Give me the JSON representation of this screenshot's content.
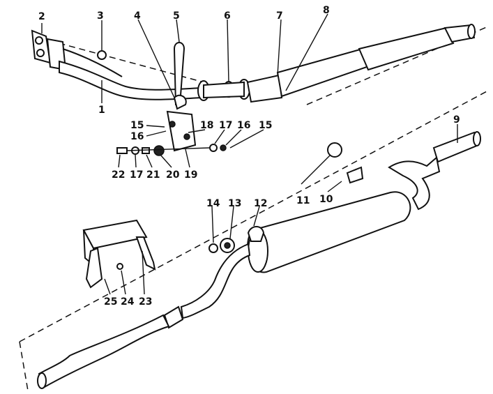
{
  "diagram": {
    "callouts": [
      {
        "id": "c1",
        "text": "1"
      },
      {
        "id": "c2",
        "text": "2"
      },
      {
        "id": "c3",
        "text": "3"
      },
      {
        "id": "c4",
        "text": "4"
      },
      {
        "id": "c5",
        "text": "5"
      },
      {
        "id": "c6",
        "text": "6"
      },
      {
        "id": "c7",
        "text": "7"
      },
      {
        "id": "c8",
        "text": "8"
      },
      {
        "id": "c9",
        "text": "9"
      },
      {
        "id": "c10",
        "text": "10"
      },
      {
        "id": "c11",
        "text": "11"
      },
      {
        "id": "c12",
        "text": "12"
      },
      {
        "id": "c13",
        "text": "13"
      },
      {
        "id": "c14",
        "text": "14"
      },
      {
        "id": "c15a",
        "text": "15"
      },
      {
        "id": "c16a",
        "text": "16"
      },
      {
        "id": "c18",
        "text": "18"
      },
      {
        "id": "c17a",
        "text": "17"
      },
      {
        "id": "c16b",
        "text": "16"
      },
      {
        "id": "c15b",
        "text": "15"
      },
      {
        "id": "c22",
        "text": "22"
      },
      {
        "id": "c17b",
        "text": "17"
      },
      {
        "id": "c21",
        "text": "21"
      },
      {
        "id": "c20",
        "text": "20"
      },
      {
        "id": "c19",
        "text": "19"
      },
      {
        "id": "c25",
        "text": "25"
      },
      {
        "id": "c24",
        "text": "24"
      },
      {
        "id": "c23",
        "text": "23"
      }
    ]
  }
}
